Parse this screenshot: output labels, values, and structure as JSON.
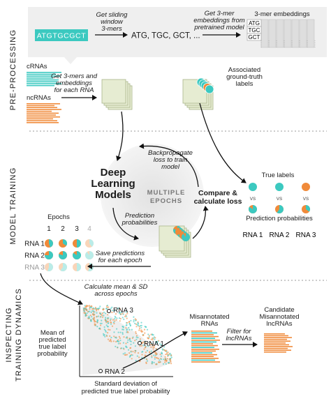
{
  "sections": {
    "preprocessing": "PRE-PROCESSING",
    "model_training": "MODEL TRAINING",
    "inspecting_line1": "INSPECTING",
    "inspecting_line2": "TRAINING DYNAMICS"
  },
  "preprocessing": {
    "sequence": "ATGTGCGCT",
    "sliding_line1": "Get sliding",
    "sliding_line2": "window",
    "sliding_line3": "3-mers",
    "kmers": "ATG, TGC, GCT, ...",
    "embed_line1": "Get 3-mer",
    "embed_line2": "embeddings from",
    "embed_line3": "pretrained model",
    "embeddings_title": "3-mer embeddings",
    "embedding_rows": [
      "ATG",
      "TGC",
      "GCT"
    ],
    "crnas_label": "cRNAs",
    "ncrnas_label": "ncRNAs",
    "get_embed_line1": "Get 3-mers and",
    "get_embed_line2": "embeddings",
    "get_embed_line3": "for each RNA",
    "assoc_line1": "Associated",
    "assoc_line2": "ground-truth",
    "assoc_line3": "labels"
  },
  "training": {
    "backprop_line1": "Backpropagate",
    "backprop_line2": "loss to train",
    "backprop_line3": "model",
    "dl_line1": "Deep",
    "dl_line2": "Learning",
    "dl_line3": "Models",
    "multiple_line1": "MULTIPLE",
    "multiple_line2": "EPOCHS",
    "compare_line1": "Compare &",
    "compare_line2": "calculate loss",
    "pred_line1": "Prediction",
    "pred_line2": "probabilities",
    "save_line1": "Save predictions",
    "save_line2": "for each epoch",
    "true_labels": "True labels",
    "vs": "vs",
    "prediction_probabilities": "Prediction probabilities",
    "rna_columns": [
      "RNA 1",
      "RNA 2",
      "RNA 3"
    ],
    "true_label_classes": [
      "coding",
      "coding",
      "noncoding"
    ],
    "predicted_coding_fraction": [
      0.85,
      0.6,
      0.35
    ],
    "epochs_title": "Epochs",
    "epoch_numbers": [
      "1",
      "2",
      "3",
      "4"
    ],
    "epoch_rows": [
      {
        "label": "RNA 1",
        "coding_fraction": [
          0.45,
          0.35,
          0.5,
          0.4
        ]
      },
      {
        "label": "RNA 2",
        "coding_fraction": [
          0.75,
          0.8,
          0.85,
          0.9
        ]
      },
      {
        "label": "RNA 3",
        "coding_fraction": [
          0.55,
          0.6,
          0.5,
          0.55
        ]
      }
    ]
  },
  "inspecting": {
    "calc_line1": "Calculate mean & SD",
    "calc_line2": "across epochs",
    "ylabel_line1": "Mean of",
    "ylabel_line2": "predicted",
    "ylabel_line3": "true label",
    "ylabel_line4": "probability",
    "xlabel_line1": "Standard deviation of",
    "xlabel_line2": "predicted true label probability",
    "rna3": "RNA 3",
    "rna1": "RNA 1",
    "rna2": "RNA 2",
    "mis_line1": "Misannotated",
    "mis_line2": "RNAs",
    "filter_line1": "Filter for",
    "filter_line2": "lncRNAs",
    "cand_line1": "Candidate",
    "cand_line2": "Misannotated",
    "cand_line3": "lncRNAs"
  },
  "colors": {
    "coding": "#3cc9c0",
    "noncoding": "#f08a3a",
    "gray": "#c9c9c9",
    "box_fill": "#e6ecd2",
    "box_stroke": "#a9b58a"
  }
}
